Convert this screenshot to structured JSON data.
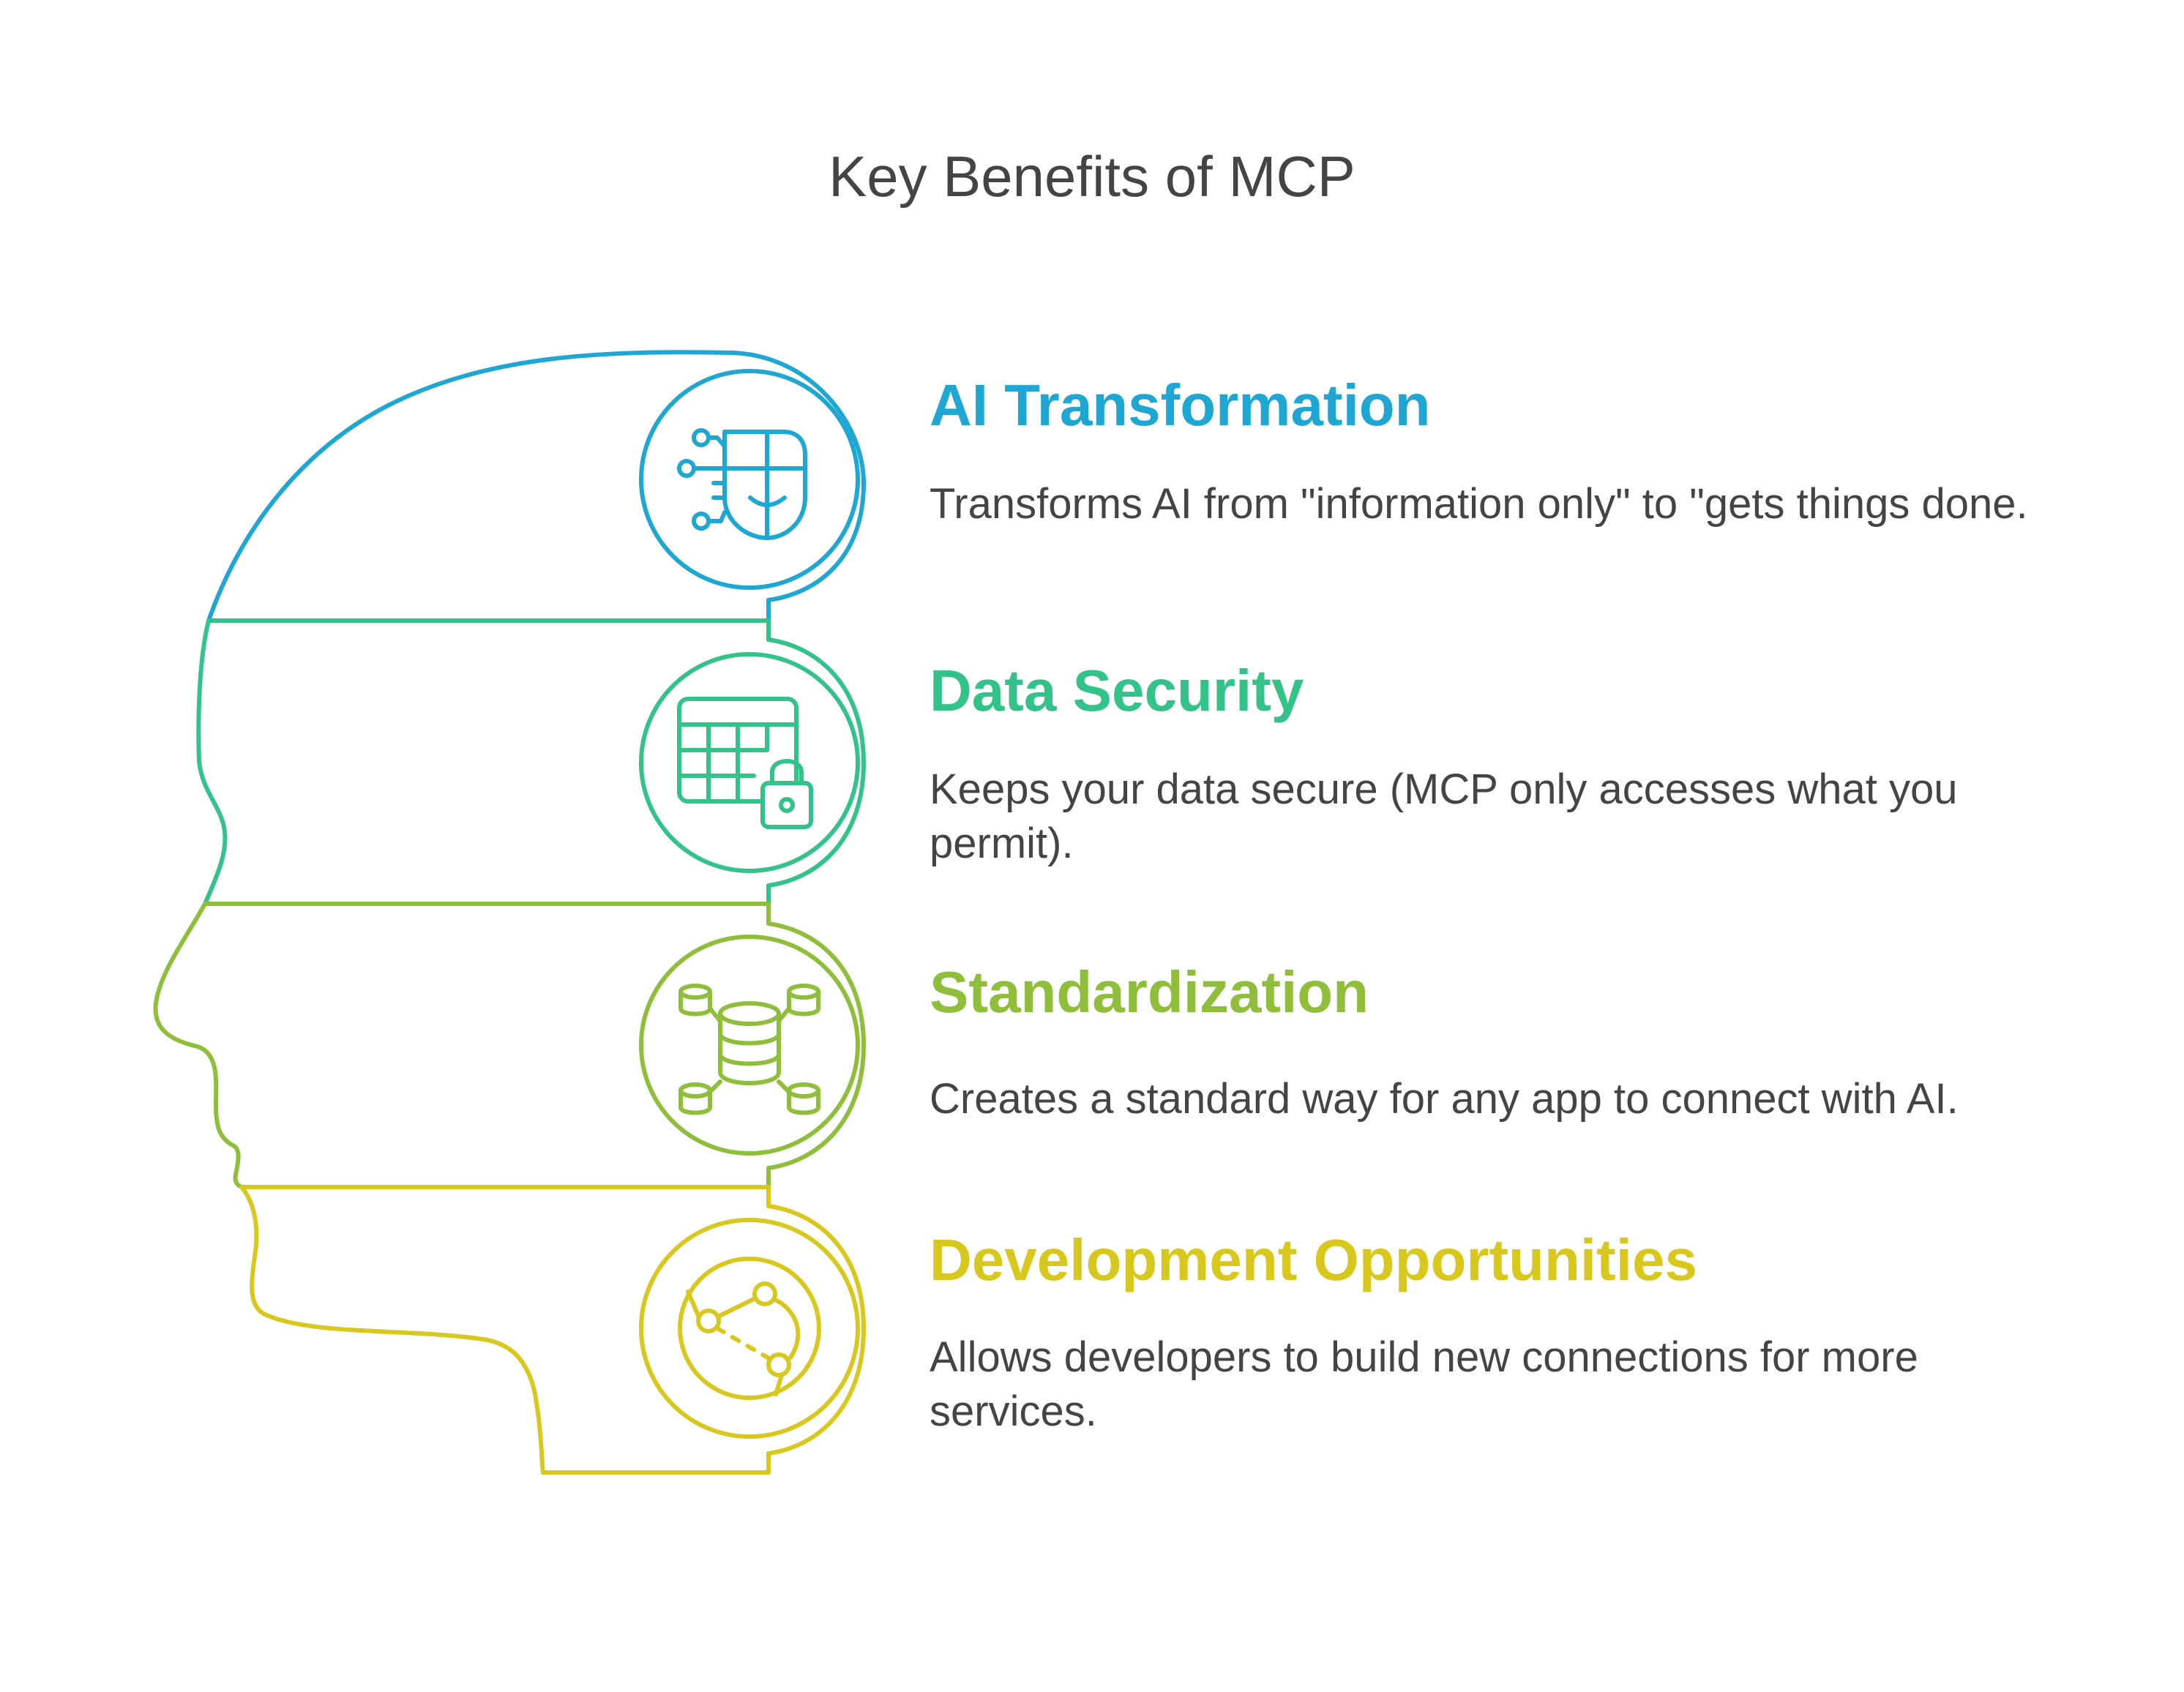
{
  "title": "Key Benefits of MCP",
  "colors": {
    "text": "#444444",
    "blue": "#1fa7d4",
    "teal": "#33c28a",
    "olive": "#8fbf3a",
    "yellow": "#d8c81e"
  },
  "sections": [
    {
      "heading": "AI Transformation",
      "description": "Transforms AI from \"information only\" to \"gets things done.",
      "icon": "ai-face-circuit-icon",
      "color": "#1fa7d4"
    },
    {
      "heading": "Data Security",
      "description": "Keeps your data secure (MCP only accesses what you permit).",
      "icon": "table-lock-icon",
      "color": "#33c28a"
    },
    {
      "heading": "Standardization",
      "description": "Creates a standard way for any app to connect with AI.",
      "icon": "database-network-icon",
      "color": "#8fbf3a"
    },
    {
      "heading": "Development Opportunities",
      "description": "Allows developers to build new connections for more services.",
      "icon": "globe-nodes-icon",
      "color": "#d8c81e"
    }
  ]
}
